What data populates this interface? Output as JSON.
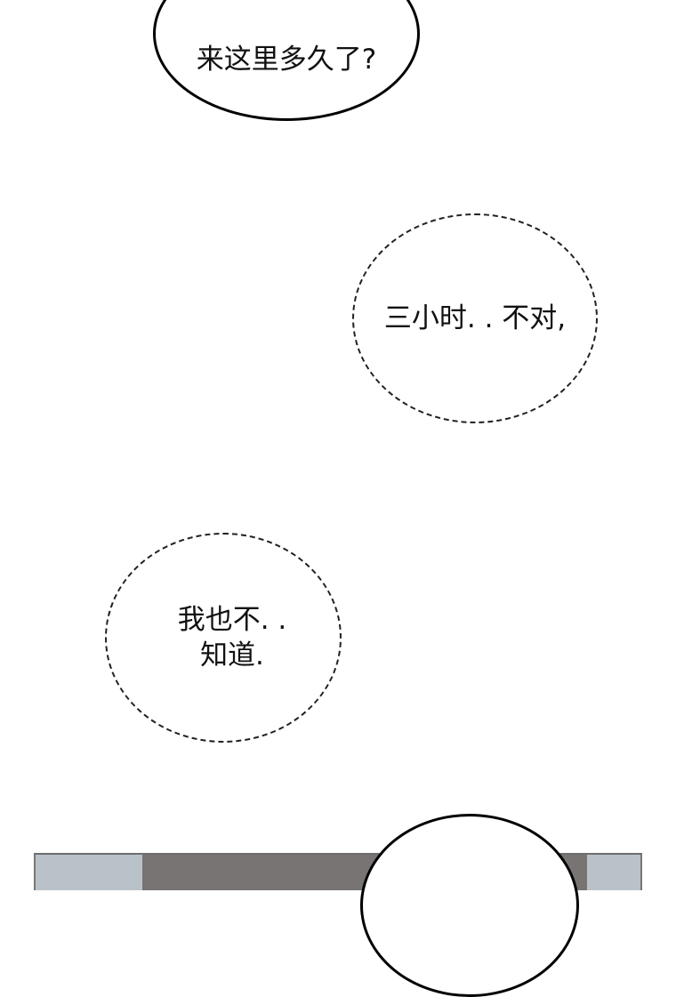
{
  "bubbles": [
    {
      "text": "来这里多久了?"
    },
    {
      "text": "三小时. . 不对,"
    },
    {
      "text": "我也不. .\n知道."
    }
  ],
  "colors": {
    "panel_light": "#b9c2c9",
    "panel_dark": "#787473"
  }
}
